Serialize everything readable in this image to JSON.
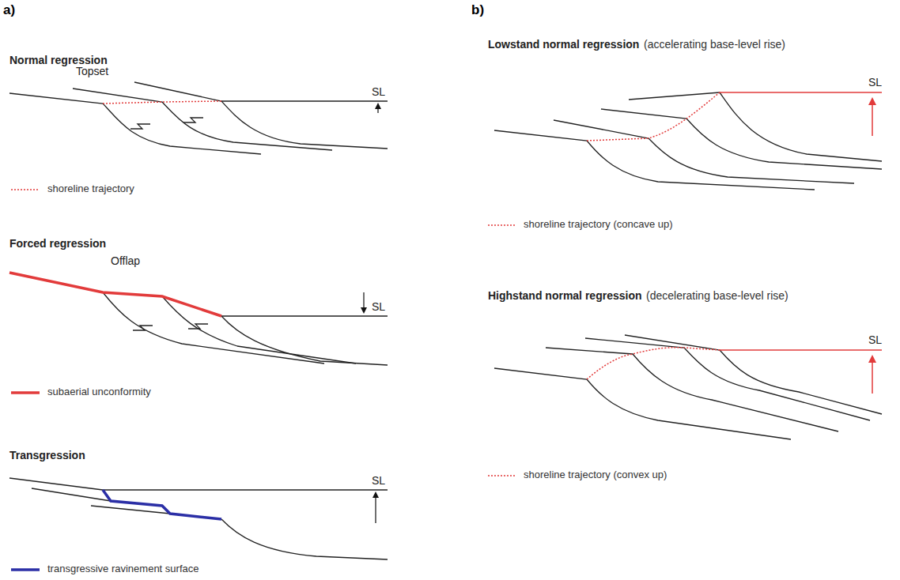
{
  "diagram": {
    "labels": [
      "a)",
      "b)",
      "Normal regression",
      "Topset",
      "SL",
      "Forced regression",
      "Offlap",
      "SL",
      "Transgression",
      "SL",
      "Lowstand normal regression",
      "(accelerating base-level rise)",
      "SL",
      "Highstand normal regression",
      "(decelerating base-level rise)",
      "SL"
    ],
    "legend": [
      {
        "text": "shoreline trajectory"
      },
      {
        "text": "subaerial unconformity"
      },
      {
        "text": "transgressive ravinement surface"
      },
      {
        "text": "shoreline trajectory (concave up)"
      },
      {
        "text": "shoreline trajectory (convex up)"
      }
    ]
  }
}
